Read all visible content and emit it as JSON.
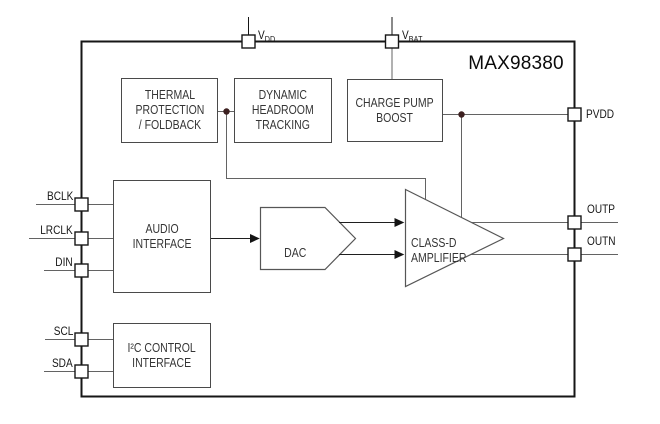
{
  "title": "MAX98380",
  "blocks": {
    "thermal": {
      "label": "THERMAL\nPROTECTION\n/ FOLDBACK"
    },
    "dht": {
      "label": "DYNAMIC\nHEADROOM\nTRACKING"
    },
    "charge_pump": {
      "label": "CHARGE PUMP\nBOOST"
    },
    "audio": {
      "label": "AUDIO\nINTERFACE"
    },
    "i2c": {
      "label": "I²C CONTROL\nINTERFACE"
    },
    "dac": {
      "label": "DAC"
    },
    "classd": {
      "label": "CLASS-D\nAMPLIFIER"
    }
  },
  "pins": {
    "vdd": {
      "main": "V",
      "sub": "DD"
    },
    "vbat": {
      "main": "V",
      "sub": "BAT"
    },
    "pvdd": {
      "label": "PVDD"
    },
    "outp": {
      "label": "OUTP"
    },
    "outn": {
      "label": "OUTN"
    },
    "bclk": {
      "label": "BCLK"
    },
    "lrclk": {
      "label": "LRCLK"
    },
    "din": {
      "label": "DIN"
    },
    "scl": {
      "label": "SCL"
    },
    "sda": {
      "label": "SDA"
    }
  },
  "colors": {
    "line": "#636363",
    "border": "#4a4a4a",
    "outline": "#161616",
    "dot": "#3d2121",
    "text": "#353535",
    "pintext": "#161616"
  }
}
